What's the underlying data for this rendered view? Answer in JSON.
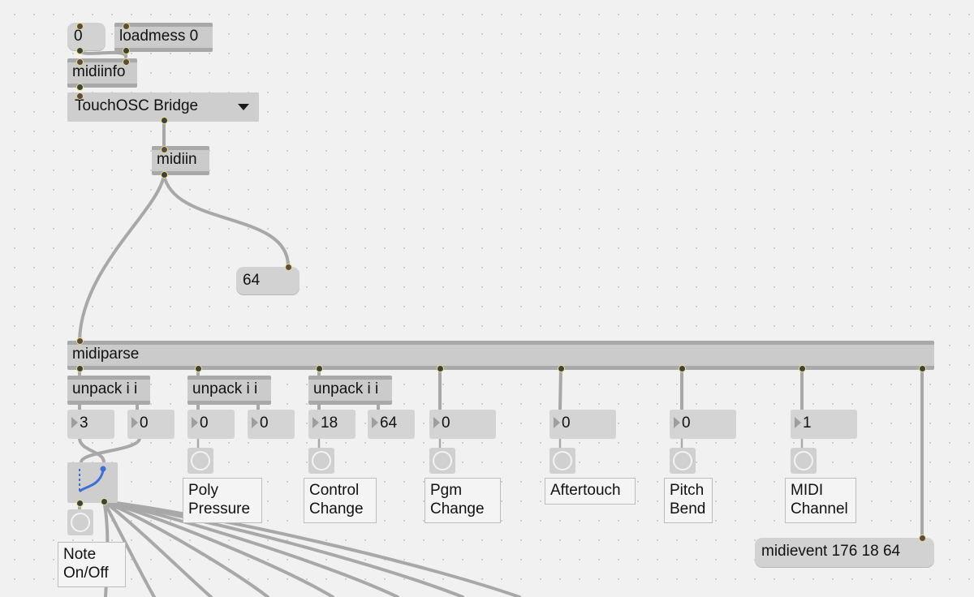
{
  "patch": {
    "loadmess": "loadmess 0",
    "msg_zero": "0",
    "midiinfo": "midiinfo",
    "umenu_selected": "TouchOSC Bridge",
    "midiin": "midiin",
    "msg_64": "64",
    "midiparse": "midiparse",
    "unpack_1": "unpack i i",
    "unpack_2": "unpack i i",
    "unpack_3": "unpack i i",
    "numbers": {
      "note_pitch": "3",
      "note_velocity": "0",
      "poly_key": "0",
      "poly_value": "0",
      "cc_number": "18",
      "cc_value": "64",
      "pgm": "0",
      "aftertouch": "0",
      "pitchbend": "0",
      "channel": "1"
    },
    "comments": {
      "note": "Note On/Off",
      "poly": "Poly Pressure",
      "control": "Control Change",
      "pgm": "Pgm Change",
      "aftertouch": "Aftertouch",
      "pitch": "Pitch Bend",
      "channel": "MIDI Channel"
    },
    "midievent": "midievent 176 18 64"
  },
  "colors": {
    "canvas": "#f1f1f1",
    "object": "#cbcbcb",
    "wire": "#9a9a9a",
    "gate_accent": "#3d6fd6"
  }
}
